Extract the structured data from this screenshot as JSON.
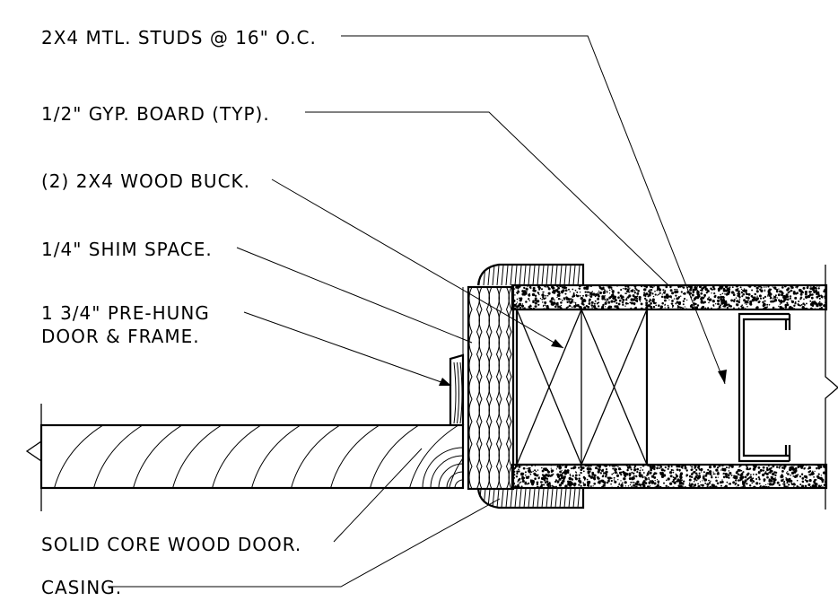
{
  "labels": {
    "studs": "2X4 MTL. STUDS @ 16\" O.C.",
    "gyp": "1/2\" GYP. BOARD (TYP).",
    "buck": "(2) 2X4 WOOD BUCK.",
    "shim": "1/4\" SHIM SPACE.",
    "prehung_1": "1 3/4\" PRE-HUNG",
    "prehung_2": "DOOR & FRAME.",
    "door": "SOLID CORE WOOD DOOR.",
    "casing": "CASING."
  },
  "colors": {
    "ink": "#000000",
    "paper": "#ffffff"
  }
}
